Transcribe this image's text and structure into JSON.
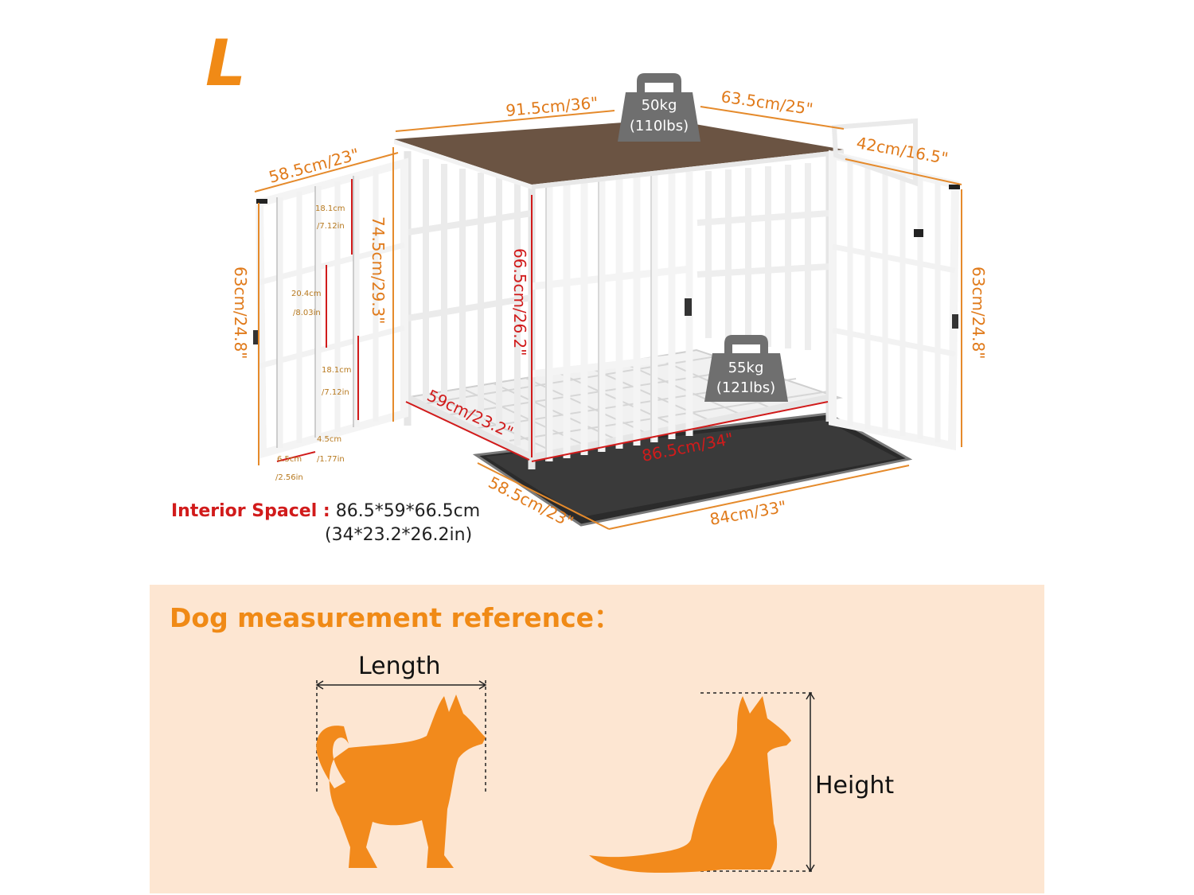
{
  "size_letter": "L",
  "weights": {
    "top_load": {
      "kg": "50kg",
      "lbs": "(110lbs)"
    },
    "floor_load": {
      "kg": "55kg",
      "lbs": "(121lbs)"
    }
  },
  "dimensions": {
    "top_width": "91.5cm/36\"",
    "right_door_width": "63.5cm/25\"",
    "right_door_inner": "42cm/16.5\"",
    "left_door_width": "58.5cm/23\"",
    "left_door_height": "63cm/24.8\"",
    "right_door_height": "63cm/24.8\"",
    "overall_height": "74.5cm/29.3\"",
    "interior_height": "66.5cm/26.2\"",
    "interior_depth": "59cm/23.2\"",
    "interior_width": "86.5cm/34\"",
    "bottom_depth": "58.5cm/23\"",
    "tray_width": "84cm/33\"",
    "gap_top": {
      "cm": "18.1cm",
      "in": "/7.12in"
    },
    "gap_mid": {
      "cm": "20.4cm",
      "in": "/8.03in"
    },
    "gap_bottom": {
      "cm": "18.1cm",
      "in": "/7.12in"
    },
    "bar_gap_a": {
      "cm": "6.5cm",
      "in": "/2.56in"
    },
    "bar_gap_b": {
      "cm": "4.5cm",
      "in": "/1.77in"
    }
  },
  "interior_space": {
    "label": "Interior Spacel :",
    "value_cm": "86.5*59*66.5cm",
    "value_in": "(34*23.2*26.2in)"
  },
  "reference": {
    "title": "Dog measurement reference：",
    "length_label": "Length",
    "height_label": "Height"
  },
  "colors": {
    "accent": "#f08a16",
    "dimension": "#e07a1a",
    "interior": "#d11b1b",
    "panel_bg": "#fde6d2",
    "wood_top": "#6b5443",
    "weight_icon": "#6f6f6f"
  }
}
